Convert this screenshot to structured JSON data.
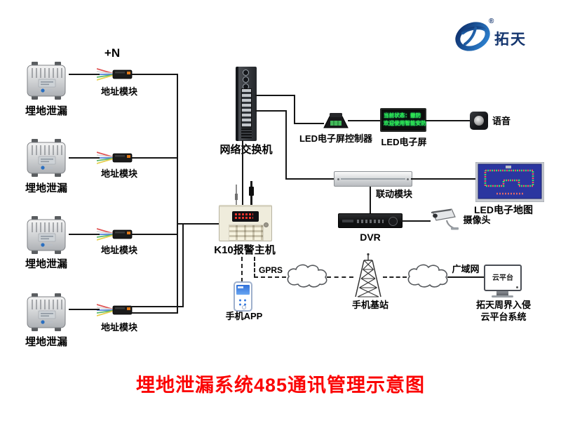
{
  "title": "埋地泄漏系统485通讯管理示意图",
  "logo": {
    "brand": "拓天",
    "registered": "®"
  },
  "sensor_chain": {
    "multiplier": "+N",
    "sensor_label": "埋地泄漏",
    "module_label": "地址模块"
  },
  "devices": {
    "switch": "网络交换机",
    "led_controller": "LED电子屏控制器",
    "led_screen": "LED电子屏",
    "voice": "语音",
    "linkage_module": "联动模块",
    "led_map": "LED电子地图",
    "dvr": "DVR",
    "camera": "摄像头",
    "alarm_host": "K10报警主机",
    "phone_app": "手机APP",
    "base_station": "手机基站",
    "cloud_platform_screen": "云平台",
    "platform_name_line1": "拓天周界入侵",
    "platform_name_line2": "云平台系统"
  },
  "links": {
    "gprs": "GPRS",
    "wan": "广域网"
  },
  "led_screen_display": {
    "line1": "当前状态：撤防",
    "line2": "欢迎使用智能安防"
  },
  "colors": {
    "title_red": "#fb0404",
    "led_text_green": "#35e84a",
    "logo_blue": "#14356e",
    "map_board_blue": "#2b36a0"
  }
}
